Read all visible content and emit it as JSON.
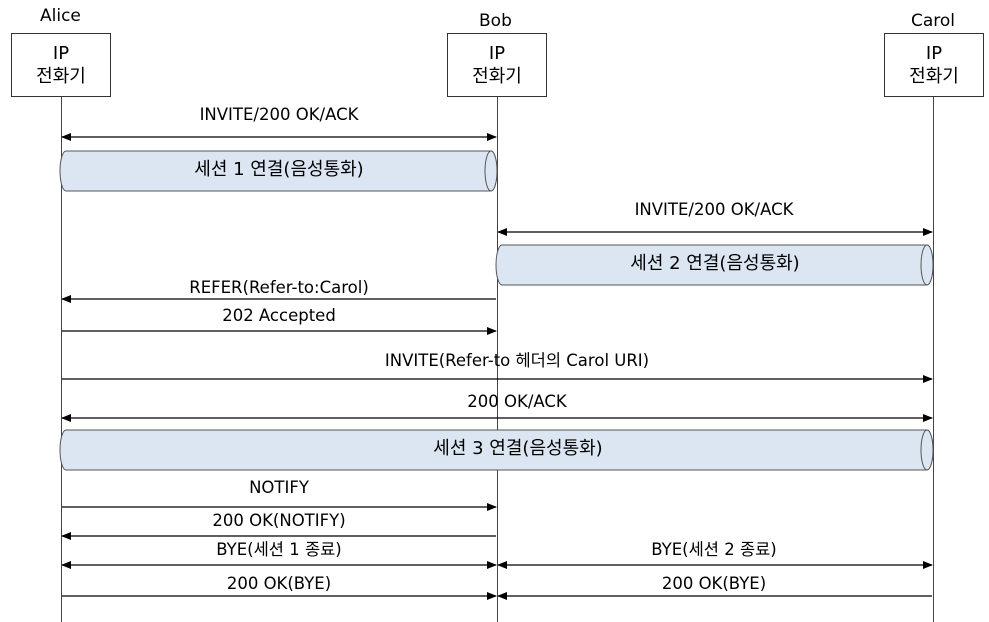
{
  "participants": {
    "alice": {
      "name": "Alice",
      "line1": "IP",
      "line2": "전화기"
    },
    "bob": {
      "name": "Bob",
      "line1": "IP",
      "line2": "전화기"
    },
    "carol": {
      "name": "Carol",
      "line1": "IP",
      "line2": "전화기"
    }
  },
  "messages": {
    "m1": "INVITE/200 OK/ACK",
    "m2": "INVITE/200 OK/ACK",
    "m3": "REFER(Refer-to:Carol)",
    "m4": "202 Accepted",
    "m5": "INVITE(Refer-to 헤더의 Carol URI)",
    "m6": "200 OK/ACK",
    "m7": "NOTIFY",
    "m8": "200 OK(NOTIFY)",
    "m9": "BYE(세션 1 종료)",
    "m10": "BYE(세션 2 종료)",
    "m11": "200 OK(BYE)",
    "m12": "200 OK(BYE)"
  },
  "sessions": {
    "s1": "세션 1 연결(음성통화)",
    "s2": "세션 2 연결(음성통화)",
    "s3": "세션 3 연결(음성통화)"
  },
  "colors": {
    "session_fill": "#dce6f2",
    "session_stroke": "#555555",
    "line": "#000000"
  }
}
